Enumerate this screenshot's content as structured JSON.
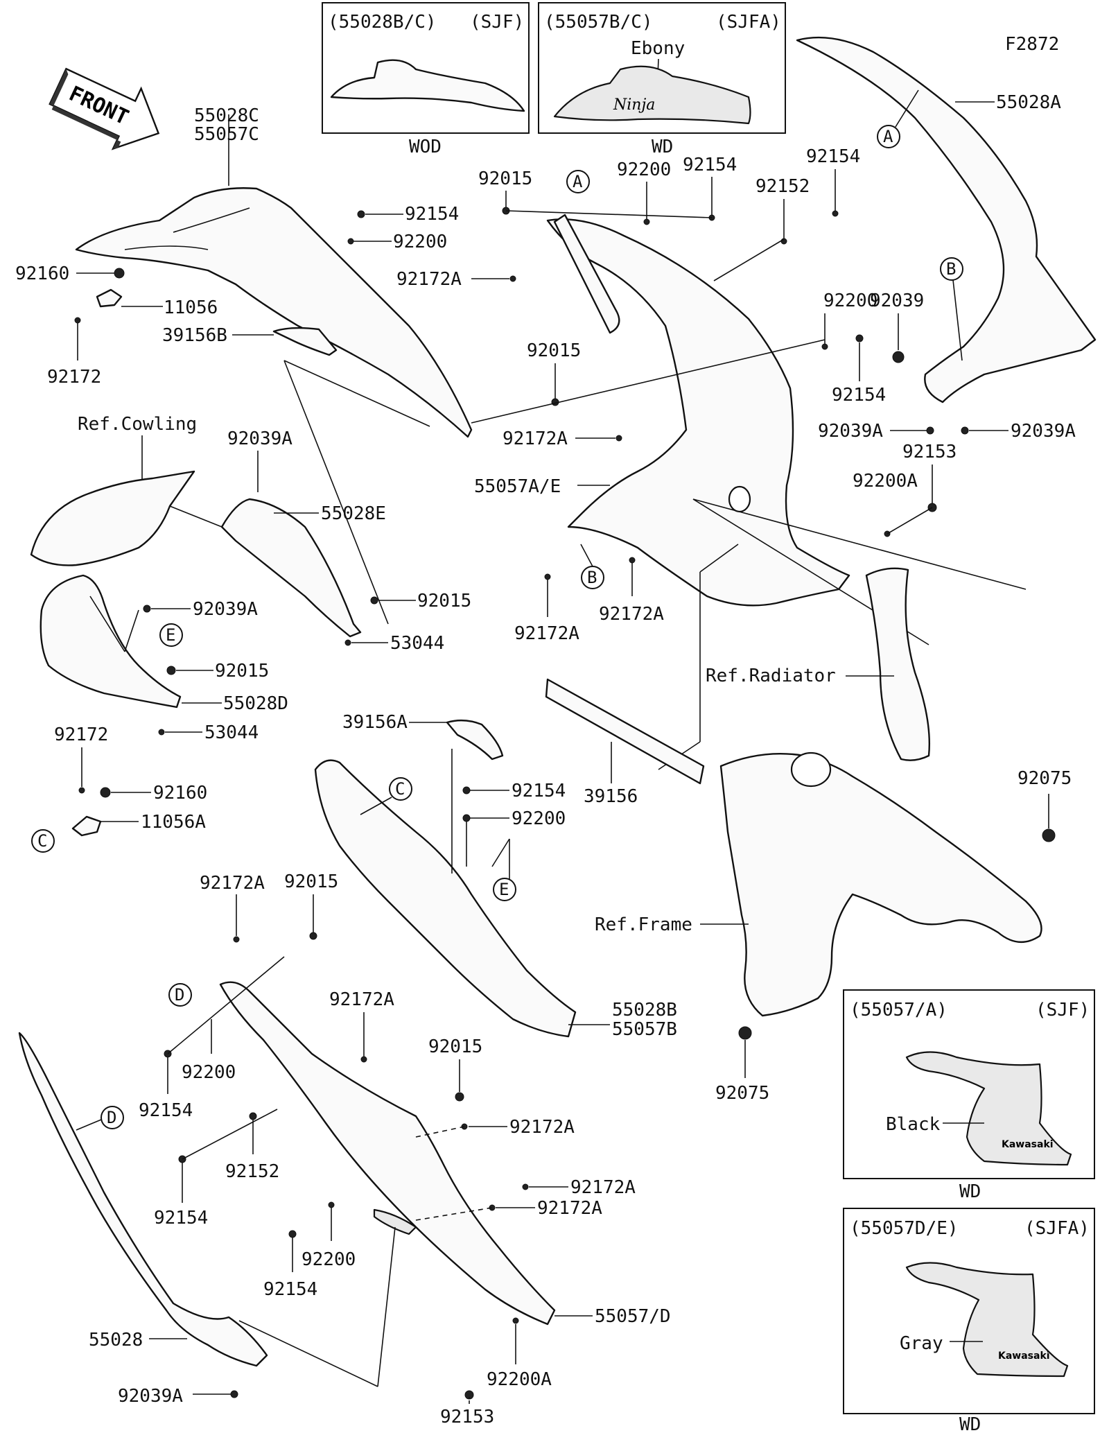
{
  "diagram_code": "F2872",
  "front_label": "FRONT",
  "inset_wod": {
    "code": "(55028B/C)",
    "variant": "(SJF)",
    "caption": "WOD"
  },
  "inset_wd": {
    "code": "(55057B/C)",
    "variant": "(SJFA)",
    "color": "Ebony",
    "caption": "WD",
    "logo": "Ninja"
  },
  "inset_black": {
    "code": "(55057/A)",
    "variant": "(SJF)",
    "color": "Black",
    "caption": "WD",
    "logo": "Kawasaki"
  },
  "inset_gray": {
    "code": "(55057D/E)",
    "variant": "(SJFA)",
    "color": "Gray",
    "caption": "WD",
    "logo": "Kawasaki"
  },
  "refs": {
    "cowling": "Ref.Cowling",
    "radiator": "Ref.Radiator",
    "frame": "Ref.Frame"
  },
  "markers": {
    "a": "A",
    "b": "B",
    "c": "C",
    "d": "D",
    "e": "E"
  },
  "labels": {
    "p55028C": "55028C",
    "p55057C": "55057C",
    "p92160_1": "92160",
    "p11056": "11056",
    "p92172_1": "92172",
    "p39156B": "39156B",
    "p92154_1": "92154",
    "p92200_1": "92200",
    "p92172A_1": "92172A",
    "p92015_1": "92015",
    "p92200_2": "92200",
    "p92154_2": "92154",
    "p92152_1": "92152",
    "p92154_3": "92154",
    "p55028A": "55028A",
    "p92200_3": "92200",
    "p92039": "92039",
    "p92154_4": "92154",
    "p92015_2": "92015",
    "p92172A_2": "92172A",
    "p55057AE": "55057A/E",
    "p92039A_1": "92039A",
    "p92039A_2": "92039A",
    "p92153_1": "92153",
    "p92200A_1": "92200A",
    "p92172A_3": "92172A",
    "p92172A_4": "92172A",
    "p92039A_3": "92039A",
    "p55028E": "55028E",
    "p92039A_4": "92039A",
    "p92015_3": "92015",
    "p53044_1": "53044",
    "p92015_4": "92015",
    "p55028D": "55028D",
    "p53044_2": "53044",
    "p92172_2": "92172",
    "p92160_2": "92160",
    "p11056A": "11056A",
    "p39156A": "39156A",
    "p39156": "39156",
    "p92154_5": "92154",
    "p92200_4": "92200",
    "p92075_1": "92075",
    "p92075_2": "92075",
    "p92172A_5": "92172A",
    "p92015_5": "92015",
    "p55028B": "55028B",
    "p55057B": "55057B",
    "p92172A_6": "92172A",
    "p92200_5": "92200",
    "p92154_6": "92154",
    "p92015_6": "92015",
    "p92172A_7": "92172A",
    "p92152_2": "92152",
    "p92154_7": "92154",
    "p92172A_8": "92172A",
    "p92172A_9": "92172A",
    "p92200_6": "92200",
    "p92154_8": "92154",
    "p55057D": "55057/D",
    "p55028": "55028",
    "p92200A_2": "92200A",
    "p92039A_5": "92039A",
    "p92153_2": "92153"
  }
}
